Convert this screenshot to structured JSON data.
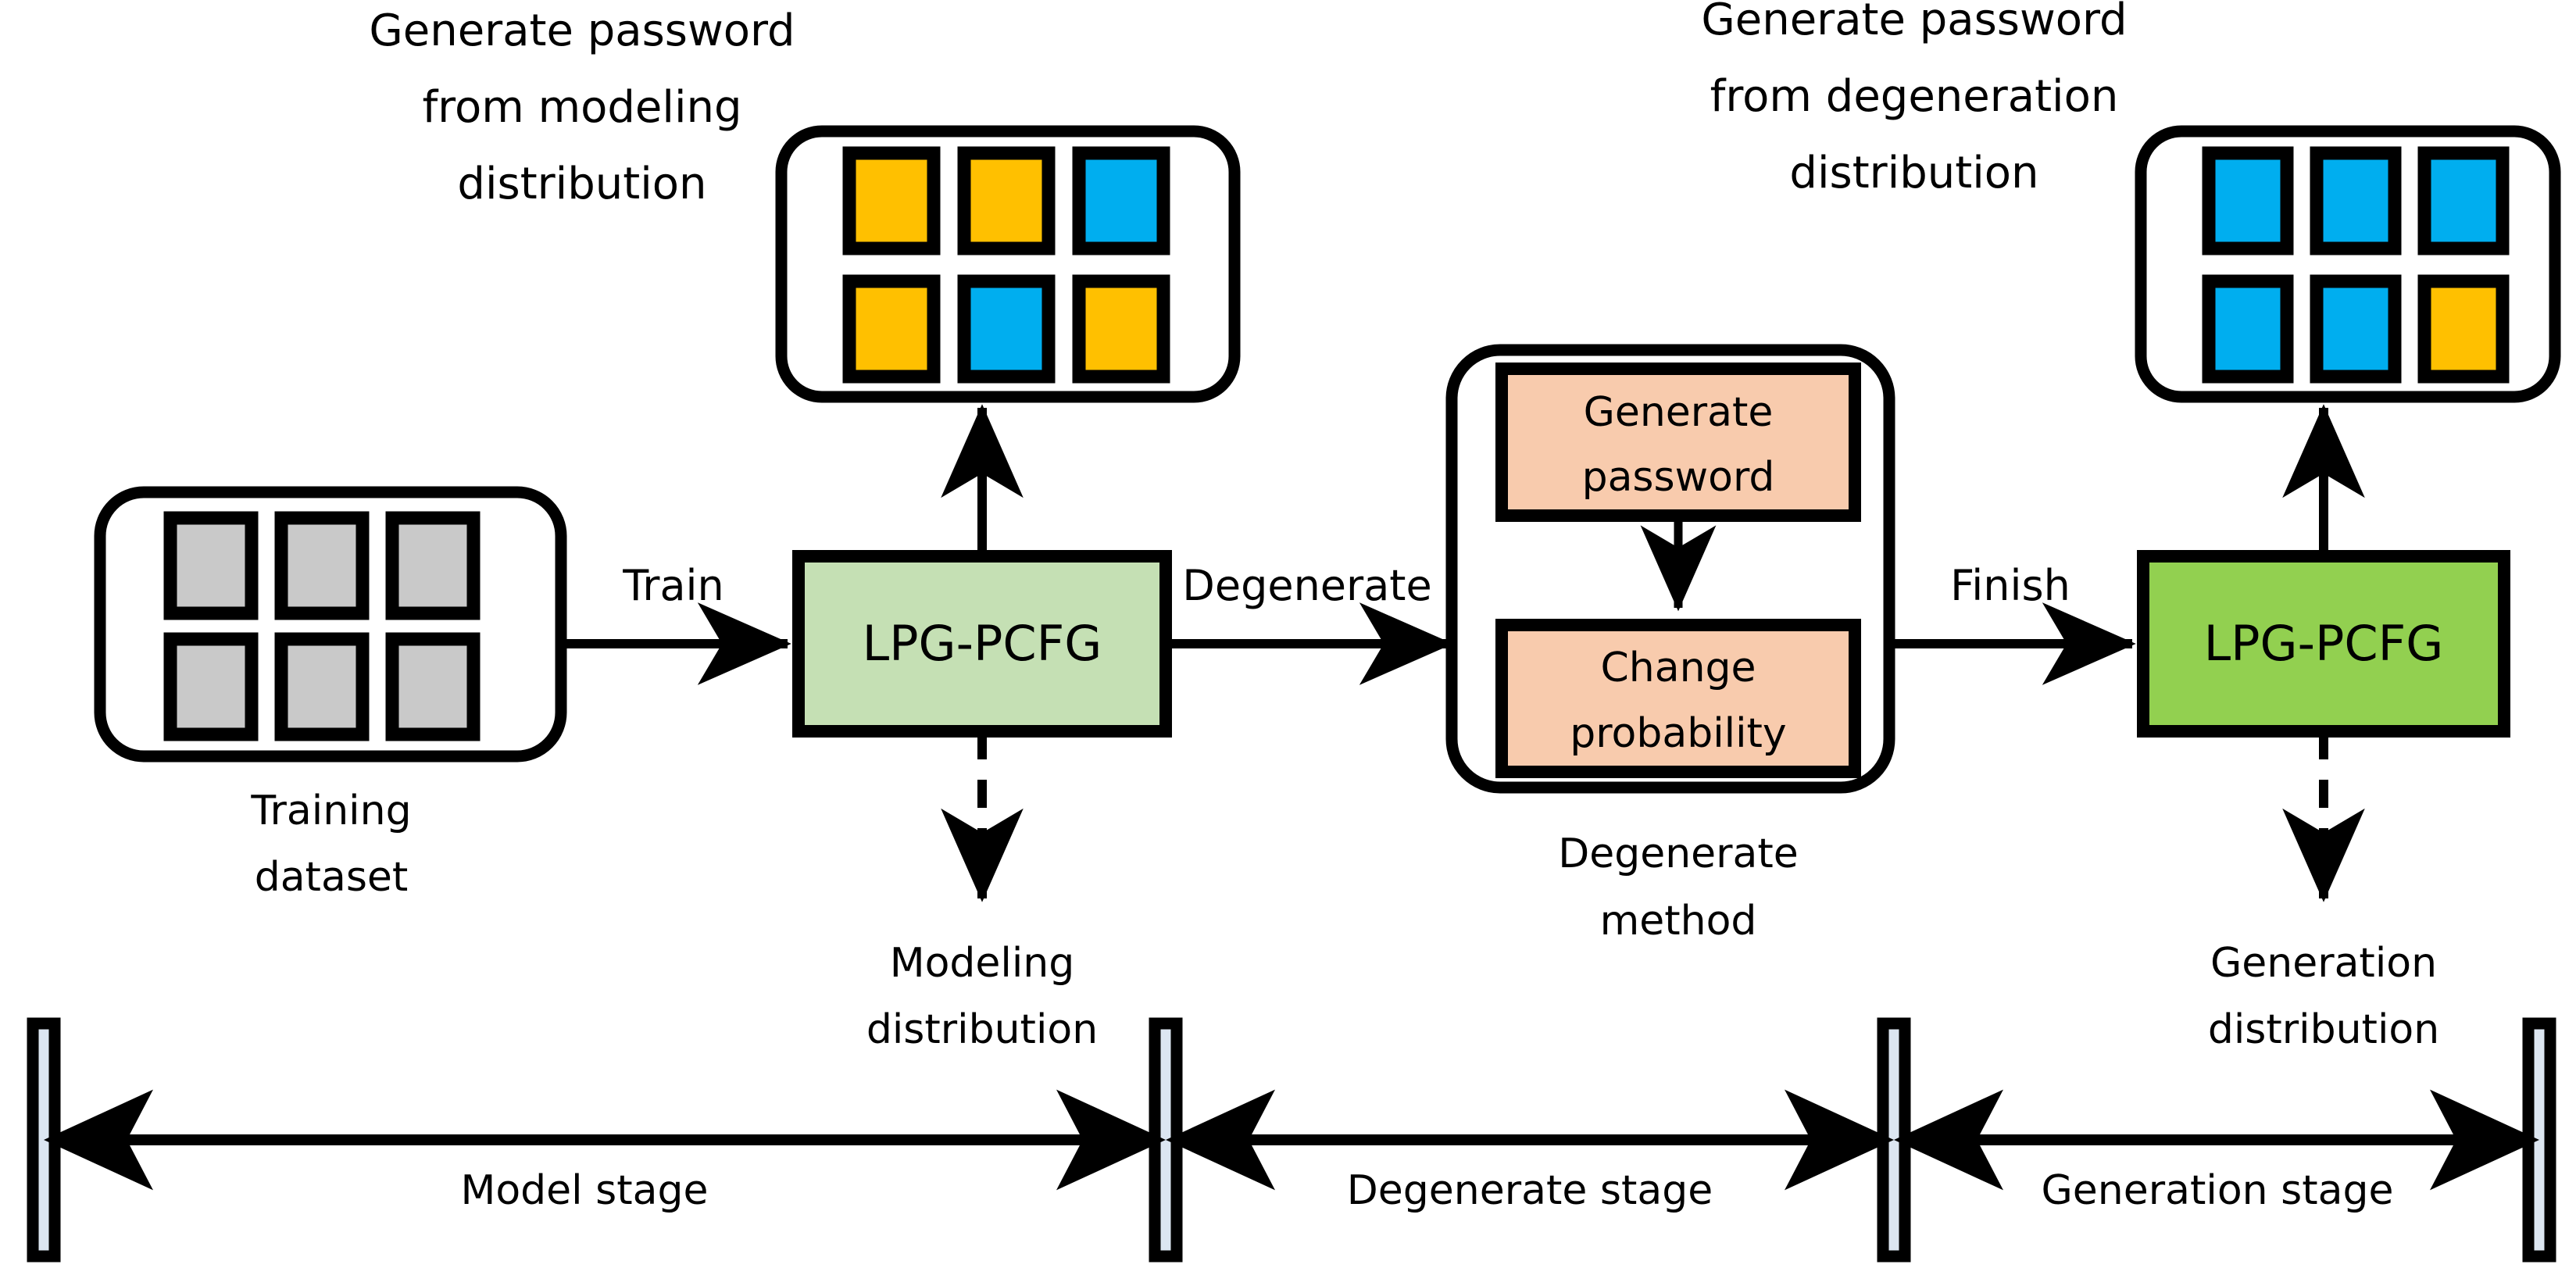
{
  "figure": {
    "type": "flow-diagram",
    "background_color": "#ffffff",
    "stroke_color": "#000000"
  },
  "colors": {
    "orange": "#FFC000",
    "blue": "#00AEEF",
    "gray": "#C9C9C9",
    "light_green": "#C5E0B4",
    "green": "#92D050",
    "peach": "#F8CBAD",
    "tick_fill": "#DCE6F1",
    "stroke": "#000000"
  },
  "captions": {
    "left": [
      "Generate password",
      "from modeling",
      "distribution"
    ],
    "right": [
      "Generate password",
      "from degeneration",
      "distribution"
    ]
  },
  "grids": {
    "training": {
      "label": [
        "Training",
        "dataset"
      ],
      "cells": [
        [
          "gray",
          "gray",
          "gray"
        ],
        [
          "gray",
          "gray",
          "gray"
        ]
      ]
    },
    "modeling_samples": {
      "cells": [
        [
          "orange",
          "orange",
          "blue"
        ],
        [
          "orange",
          "blue",
          "orange"
        ]
      ]
    },
    "degeneration_samples": {
      "cells": [
        [
          "blue",
          "blue",
          "blue"
        ],
        [
          "blue",
          "blue",
          "orange"
        ]
      ]
    }
  },
  "nodes": {
    "model_pcfg": {
      "label": "LPG-PCFG",
      "fill": "#C5E0B4"
    },
    "generation_pcfg": {
      "label": "LPG-PCFG",
      "fill": "#92D050"
    },
    "degenerate_method": {
      "label": [
        "Degenerate",
        "method"
      ],
      "steps": [
        {
          "label": [
            "Generate",
            "password"
          ],
          "fill": "#F8CBAD"
        },
        {
          "label": [
            "Change",
            "probability"
          ],
          "fill": "#F8CBAD"
        }
      ]
    }
  },
  "edges": {
    "train": "Train",
    "degenerate": "Degenerate",
    "finish": "Finish"
  },
  "outputs": {
    "modeling_distribution": [
      "Modeling",
      "distribution"
    ],
    "generation_distribution": [
      "Generation",
      "distribution"
    ]
  },
  "timeline": {
    "stages": [
      "Model stage",
      "Degenerate stage",
      "Generation stage"
    ],
    "tick_count": 4
  }
}
